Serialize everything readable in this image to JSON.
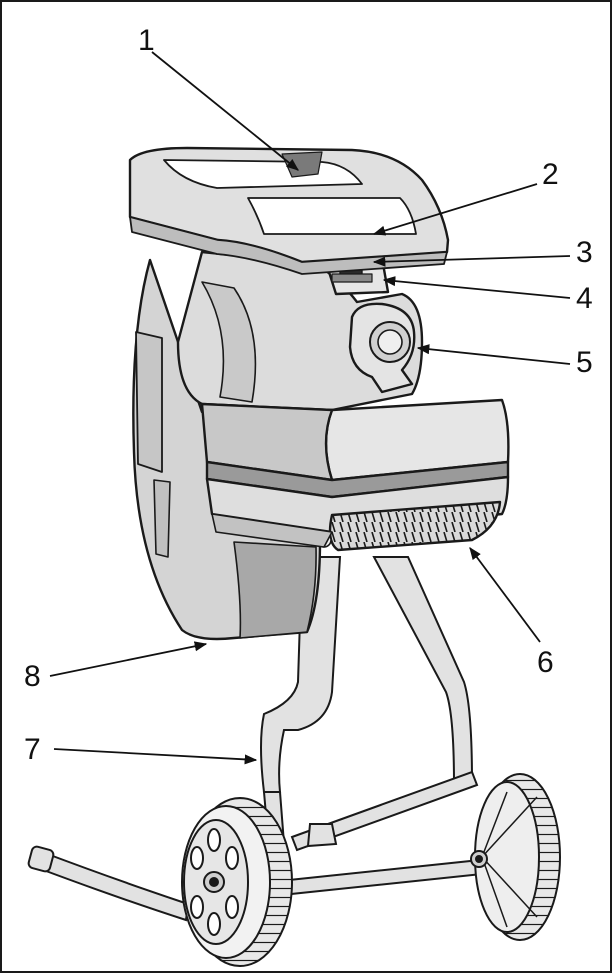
{
  "figure": {
    "colors": {
      "line": "#1a1a1a",
      "body": "#d9d9d9",
      "body_dark": "#bdbdbd",
      "body_light": "#ececec",
      "background": "#ffffff"
    },
    "callouts": [
      {
        "id": "c1",
        "label": "1"
      },
      {
        "id": "c2",
        "label": "2"
      },
      {
        "id": "c3",
        "label": "3"
      },
      {
        "id": "c4",
        "label": "4"
      },
      {
        "id": "c5",
        "label": "5"
      },
      {
        "id": "c6",
        "label": "6"
      },
      {
        "id": "c7",
        "label": "7"
      },
      {
        "id": "c8",
        "label": "8"
      }
    ]
  }
}
